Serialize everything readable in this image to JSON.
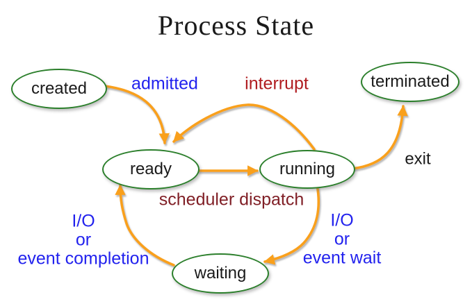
{
  "title": "Process State",
  "colors": {
    "ink": "#1a1a1a",
    "ellipse_stroke": "#2b7f2b",
    "arrow": "#f9a01b",
    "blue_label": "#2222ee",
    "interrupt_label": "#b01c20",
    "dispatch_label": "#801f26"
  },
  "states": {
    "created": {
      "label": "created"
    },
    "ready": {
      "label": "ready"
    },
    "running": {
      "label": "running"
    },
    "terminated": {
      "label": "terminated"
    },
    "waiting": {
      "label": "waiting"
    }
  },
  "transitions": {
    "admitted": {
      "label": "admitted",
      "from": "created",
      "to": "ready"
    },
    "interrupt": {
      "label": "interrupt",
      "from": "running",
      "to": "ready"
    },
    "scheduler_dispatch": {
      "label": "scheduler dispatch",
      "from": "ready",
      "to": "running"
    },
    "exit": {
      "label": "exit",
      "from": "running",
      "to": "terminated"
    },
    "io_event_wait": {
      "lines": [
        "I/O",
        "or",
        "event wait"
      ],
      "from": "running",
      "to": "waiting"
    },
    "io_event_completion": {
      "lines": [
        "I/O",
        "or",
        "event completion"
      ],
      "from": "waiting",
      "to": "ready"
    }
  }
}
